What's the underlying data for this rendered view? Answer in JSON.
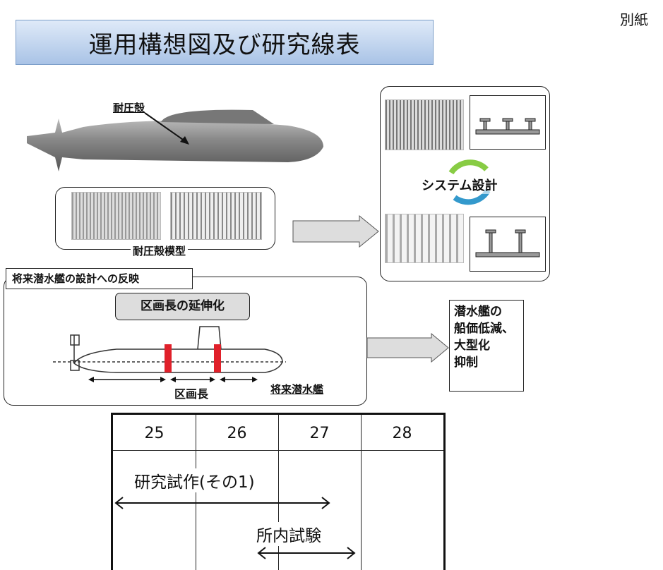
{
  "title": "運用構想図及び研究線表",
  "attachment": "別紙",
  "labels": {
    "pressure_hull": "耐圧殻",
    "hull_model": "耐圧殻模型",
    "system_design": "システム設計",
    "reflection": "将来潜水艦の設計への反映",
    "extension": "区画長の延伸化",
    "section_length": "区画長",
    "future_sub": "将来潜水艦"
  },
  "result": [
    "潜水艦の",
    "船価低減、",
    "大型化",
    "抑制"
  ],
  "schedule": {
    "years": [
      "25",
      "26",
      "27",
      "28"
    ],
    "tasks": [
      {
        "label": "研究試作(その1)"
      },
      {
        "label": "所内試験"
      }
    ]
  },
  "colors": {
    "title_bg": "#a9c3e6",
    "highlight": "#e0202a"
  }
}
